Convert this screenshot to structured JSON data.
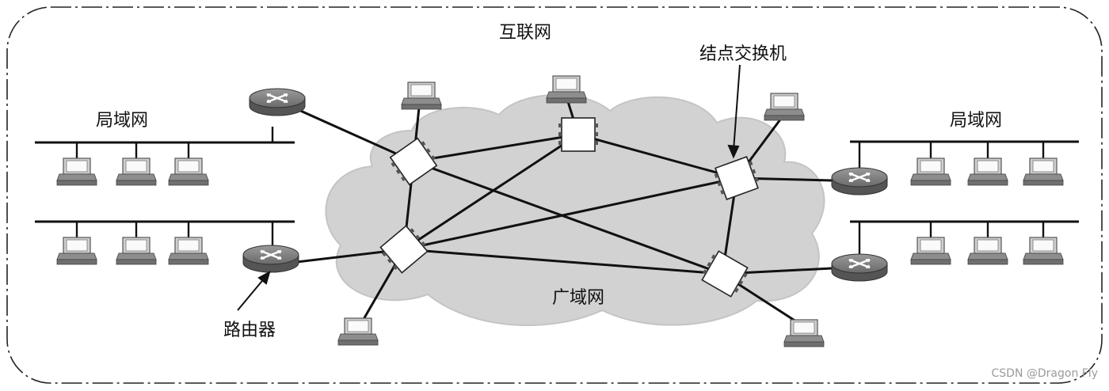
{
  "labels": {
    "internet": "互联网",
    "lan_left": "局域网",
    "lan_right": "局域网",
    "wan": "广域网",
    "node_switch": "结点交换机",
    "router": "路由器"
  },
  "watermark": "CSDN @Dragon Fly",
  "colors": {
    "cloud": "#d2d2d2",
    "line": "#111111",
    "device_gray": "#9c9c9c"
  },
  "icons": [
    "computer-icon",
    "router-icon",
    "node-switch-icon"
  ]
}
